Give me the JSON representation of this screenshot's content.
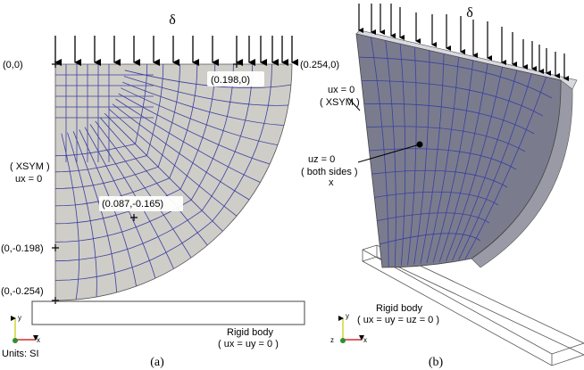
{
  "panel_a": {
    "delta": "δ",
    "points": {
      "origin": "(0,0)",
      "top_right": "(0.254,0)",
      "inner_top": "(0.198,0)",
      "inner_mid": "(0.087,-0.165)",
      "left_mid": "(0,-0.198)",
      "bottom": "(0,-0.254)"
    },
    "bc_xsym": "( XSYM )",
    "bc_ux0": "ux = 0",
    "rigid_title": "Rigid body",
    "rigid_bc": "( ux = uy = 0 )",
    "axis_y": "y",
    "axis_x": "x",
    "units": "Units: SI",
    "caption": "(a)"
  },
  "panel_b": {
    "delta": "δ",
    "bc_ux0": "ux = 0",
    "bc_xsym": "( XSYM )",
    "bc_uz0": "uz = 0",
    "bc_both": "( both sides )",
    "bc_x": "x",
    "rigid_title": "Rigid body",
    "rigid_bc": "( ux = uy = uz = 0 )",
    "axis_y": "y",
    "axis_z": "z",
    "axis_x": "x",
    "caption": "(b)"
  },
  "colors": {
    "mesh": "#3a3fa0",
    "face_a": "#cfcdc7",
    "face_b": "#7a7c8e",
    "side_b": "#9a9aa6"
  }
}
